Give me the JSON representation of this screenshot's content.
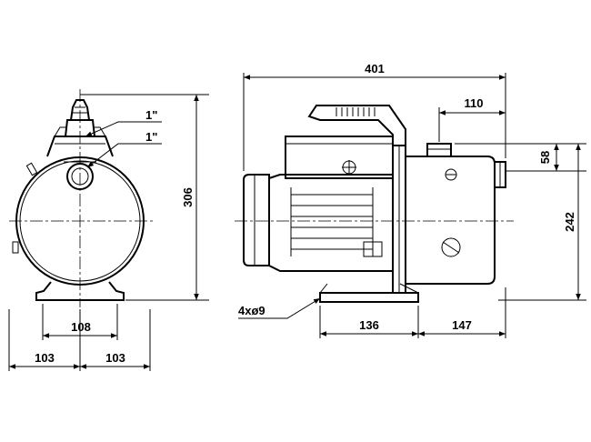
{
  "diagram": {
    "front_view": {
      "thread_labels": [
        "1\"",
        "1\""
      ],
      "dims": {
        "height": "306",
        "base": "108",
        "left": "103",
        "right": "103"
      }
    },
    "side_view": {
      "dims": {
        "length": "401",
        "outlet_offset": "110",
        "outlet_height": "58",
        "axis_height": "242",
        "holes": "4xø9",
        "foot_spacing": "136",
        "foot_to_end": "147"
      }
    }
  }
}
